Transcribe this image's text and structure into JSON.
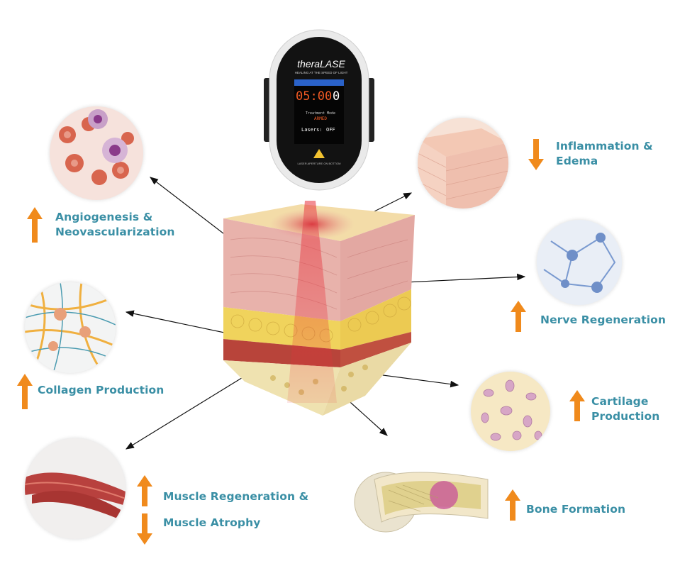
{
  "device": {
    "brand": "theraLASE",
    "tagline": "HEALING AT THE SPEED OF LIGHT",
    "timer": "05:00",
    "timer_digit": "0",
    "mode_label": "Treatment Mode",
    "mode_value": "ARMED",
    "lasers_label": "Lasers:",
    "lasers_value": "OFF",
    "aperture_text": "LASER APERTURE ON BOTTOM"
  },
  "effects": [
    {
      "id": "angiogenesis",
      "line1": "Angiogenesis &",
      "line2": "Neovascularization",
      "direction": "up"
    },
    {
      "id": "collagen",
      "line1": "Collagen Production",
      "direction": "up"
    },
    {
      "id": "muscle",
      "line1": "Muscle Regeneration &",
      "line2": "Muscle Atrophy",
      "direction": "up-down"
    },
    {
      "id": "inflammation",
      "line1": "Inflammation &",
      "line2": "Edema",
      "direction": "down"
    },
    {
      "id": "nerve",
      "line1": "Nerve Regeneration",
      "direction": "up"
    },
    {
      "id": "cartilage",
      "line1": "Cartilage",
      "line2": "Production",
      "direction": "up"
    },
    {
      "id": "bone",
      "line1": "Bone Formation",
      "direction": "up"
    }
  ],
  "colors": {
    "label": "#3a8fa5",
    "arrow": "#f08a1c",
    "screen_text": "#f15a24"
  }
}
